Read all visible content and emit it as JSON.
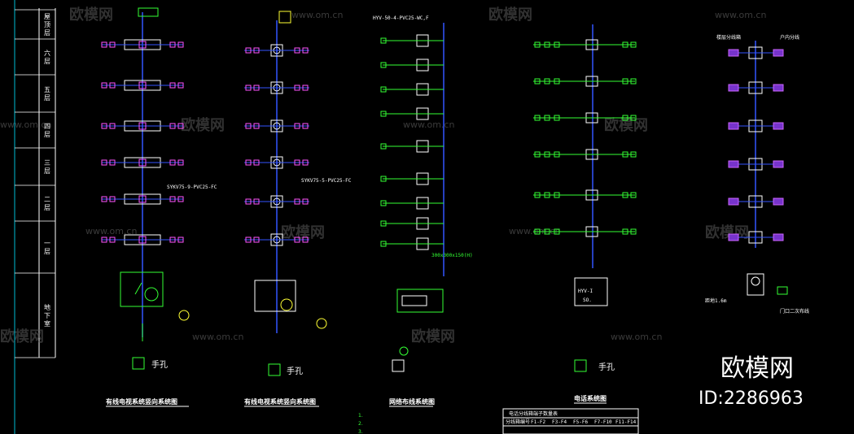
{
  "watermarks": {
    "brand": "欧模网",
    "url": "www.om.cn"
  },
  "brand_logo": {
    "name": "欧模网",
    "id": "ID:2286963"
  },
  "floors": [
    "屋顶层",
    "六层",
    "五层",
    "四层",
    "三层",
    "二层",
    "一层",
    "地下室"
  ],
  "left_ruler_labels": [
    "",
    "",
    "",
    "",
    "",
    "",
    "",
    ""
  ],
  "diagram1": {
    "title": "有线电视系统竖向系统图",
    "riser": "SYKV75-9-PVC25-FC",
    "hand_hole": "手孔"
  },
  "diagram2": {
    "title": "有线电视系统竖向系统图",
    "riser": "SYKV75-5-PVC25-FC",
    "hand_hole": "手孔"
  },
  "diagram3": {
    "title": "网络布线系统图",
    "top_cable": "HYV-50-4-PVC25-WC,F",
    "box": "300x300x150(H)",
    "notes": [
      "1.",
      "2.",
      "3."
    ]
  },
  "diagram4": {
    "title": "电话系统图",
    "box_name": "HYV-I",
    "box_label": "SO.",
    "hand_hole": "手孔",
    "table_title": "电话分线箱端子数量表",
    "table_headers": [
      "分线箱编号",
      "F1-F2",
      "F3-F4",
      "F5-F6",
      "F7-F10",
      "F11-F14"
    ]
  },
  "diagram5": {
    "top_left": "楼层分线箱",
    "top_right": "户内分线",
    "height_note": "距地1.6m",
    "door_note": "门口二次布线"
  }
}
